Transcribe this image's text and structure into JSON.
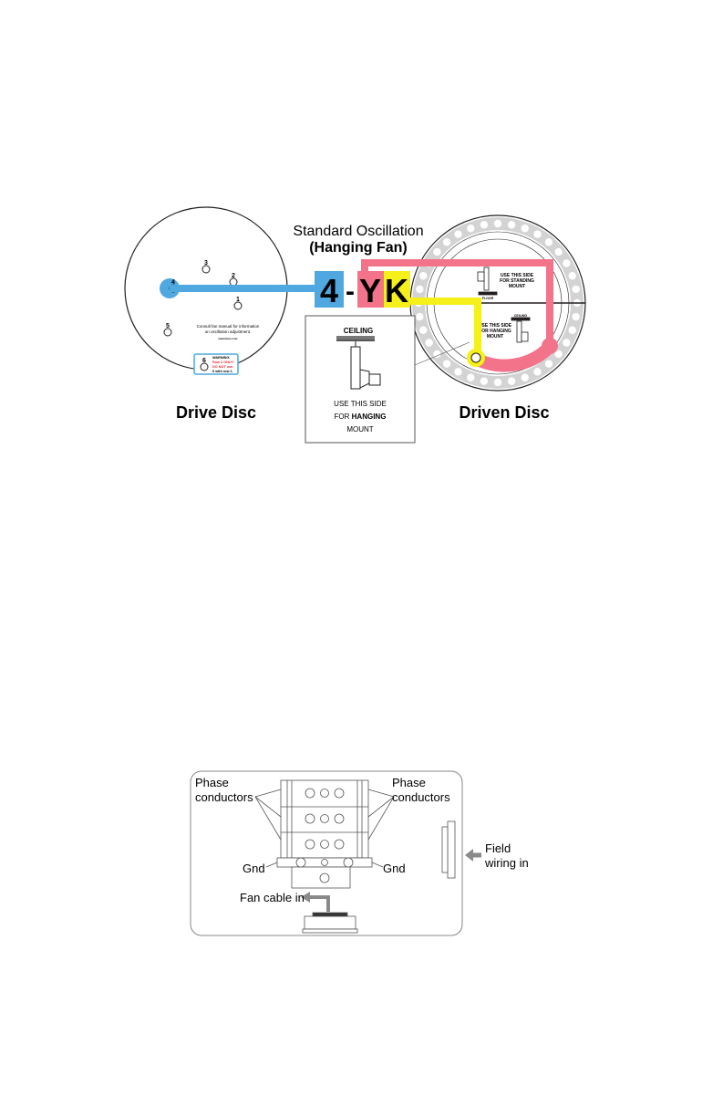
{
  "oscillation": {
    "title": "Standard Oscillation",
    "subtitle": "(Hanging Fan)",
    "code_number": "4",
    "code_dash": "-",
    "code_y": "Y",
    "code_k": "K",
    "colors": {
      "blue": "#4fa8e0",
      "pink": "#f2738a",
      "yellow": "#f5ef1a"
    }
  },
  "drive_disc": {
    "label": "Drive Disc",
    "holes": [
      "1",
      "2",
      "3",
      "4",
      "5",
      "6"
    ],
    "note_line1": "Consult fan manual for information",
    "note_line2": "on oscillation adjustment.",
    "website": "www.fans.com",
    "warning_title": "WARNING:",
    "warning_line1": "Row 2 ONLY!",
    "warning_line2": "DO NOT use",
    "warning_line3": "6 with row 1."
  },
  "driven_disc": {
    "label": "Driven Disc",
    "standing_line1": "USE THIS SIDE",
    "standing_line2": "FOR STANDING",
    "standing_line3": "MOUNT",
    "floor": "FLOOR",
    "ceiling": "CEILING",
    "hanging_line1": "USE THIS SIDE",
    "hanging_line2": "FOR HANGING",
    "hanging_line3": "MOUNT"
  },
  "inset": {
    "ceiling": "CEILING",
    "line1": "USE THIS SIDE",
    "line2_prefix": "FOR ",
    "line2_bold": "HANGING",
    "line3": "MOUNT"
  },
  "wiring": {
    "phase_left_1": "Phase",
    "phase_left_2": "conductors",
    "phase_right_1": "Phase",
    "phase_right_2": "conductors",
    "gnd_left": "Gnd",
    "gnd_right": "Gnd",
    "fan_cable": "Fan cable in",
    "field_1": "Field",
    "field_2": "wiring in"
  }
}
